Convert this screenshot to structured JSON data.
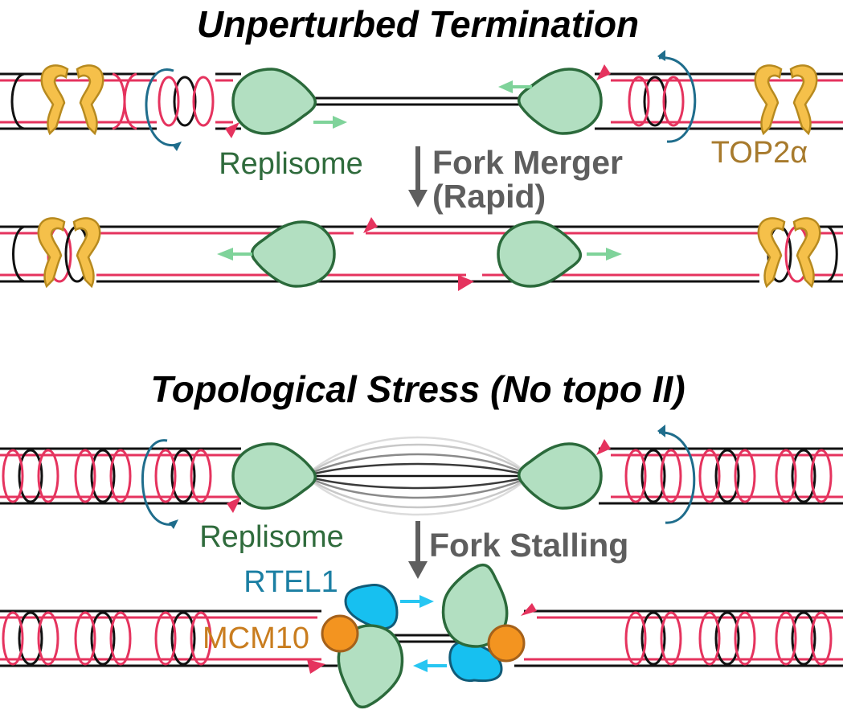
{
  "panel_top": {
    "title": "Unperturbed Termination",
    "replisome_label": "Replisome",
    "enzyme_label": "TOP2α",
    "step_line1": "Fork Merger",
    "step_line2": "(Rapid)"
  },
  "panel_bottom": {
    "title": "Topological Stress (No topo II)",
    "replisome_label": "Replisome",
    "step_label": "Fork Stalling",
    "helicase_label": "RTEL1",
    "factor_label": "MCM10"
  },
  "colors": {
    "parental_strand": "#111111",
    "nascent_strand": "#e5335e",
    "replisome_fill": "#b2dfc1",
    "replisome_stroke": "#2b6a3b",
    "replisome_text": "#2f6b3c",
    "top2a": "#f5c04a",
    "top2a_stroke": "#b78a1f",
    "top2a_text": "#a77a2c",
    "supercoil": "#1f6d8c",
    "rtel1": "#17c0f0",
    "rtel1_text": "#1b7fa3",
    "mcm10": "#f39420",
    "mcm10_text": "#c97d1f",
    "step_arrow": "#5e5e5e",
    "motion_arrow": "#7fd39a",
    "rtel1_arrow": "#27c6f2"
  }
}
